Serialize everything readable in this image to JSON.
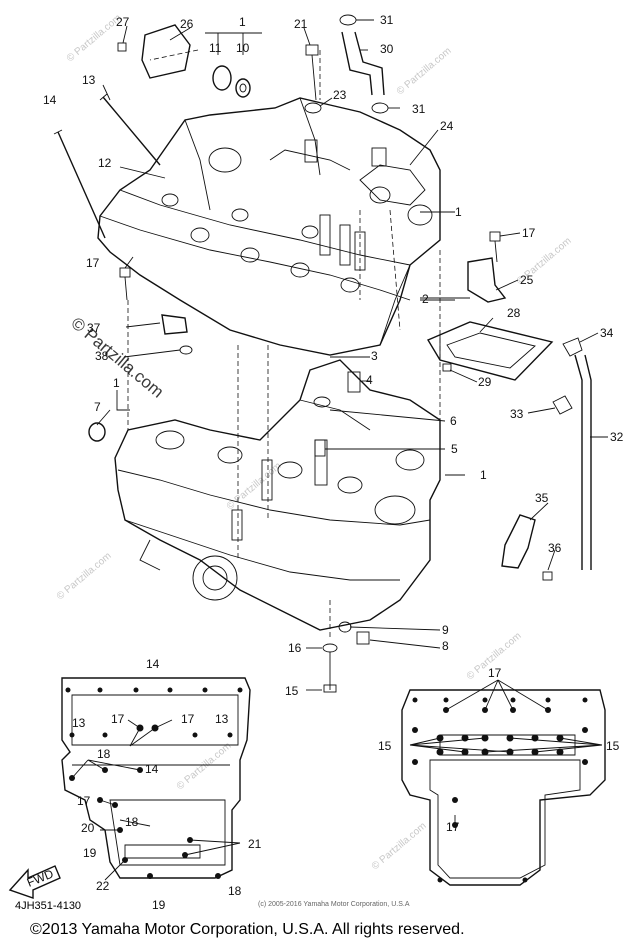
{
  "callouts": {
    "c1a": "1",
    "c1b": "1",
    "c1c": "1",
    "c1d": "1",
    "c2": "2",
    "c3": "3",
    "c4": "4",
    "c5": "5",
    "c6": "6",
    "c7": "7",
    "c8": "8",
    "c9": "9",
    "c10": "10",
    "c11": "11",
    "c12": "12",
    "c13": "13",
    "c14": "14",
    "c15": "15",
    "c16": "16",
    "c17a": "17",
    "c17b": "17",
    "c21": "21",
    "c23": "23",
    "c24": "24",
    "c25": "25",
    "c26": "26",
    "c27": "27",
    "c28": "28",
    "c29": "29",
    "c30": "30",
    "c31a": "31",
    "c31b": "31",
    "c32": "32",
    "c33": "33",
    "c34": "34",
    "c35": "35",
    "c36": "36",
    "c37": "37",
    "c38": "38"
  },
  "inset_left": {
    "c14a": "14",
    "c14b": "14",
    "c13a": "13",
    "c13b": "13",
    "c17a": "17",
    "c17b": "17",
    "c17c": "17",
    "c18a": "18",
    "c18b": "18",
    "c18c": "18",
    "c19a": "19",
    "c19b": "19",
    "c20": "20",
    "c21": "21",
    "c22": "22",
    "fwd": "FWD"
  },
  "inset_right": {
    "c17a": "17",
    "c17b": "17",
    "c15a": "15",
    "c15b": "15"
  },
  "watermarks": {
    "main": "© Partzilla.com",
    "faint": "© Partzilla.com"
  },
  "footer": {
    "small_copyright": "(c) 2005-2016 Yamaha Motor Corporation, U.S.A",
    "diagram_code": "4JH351-4130",
    "copyright": "©2013 Yamaha Motor Corporation, U.S.A. All rights reserved."
  }
}
